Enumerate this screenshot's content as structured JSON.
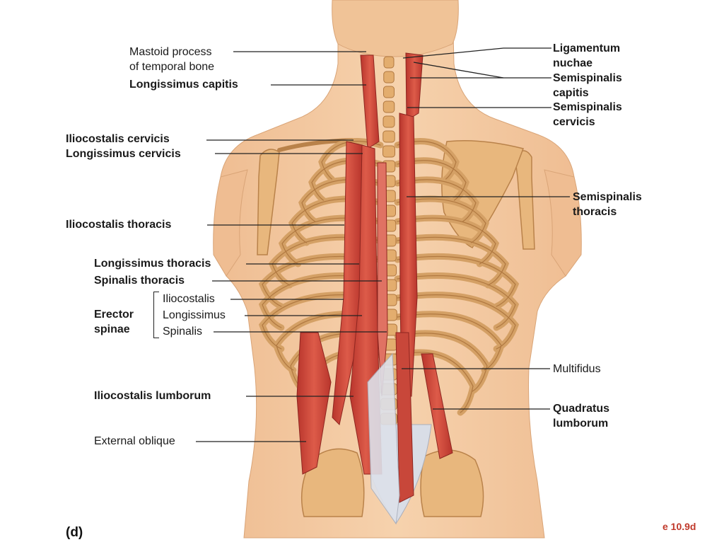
{
  "diagram": {
    "panel_letter": "(d)",
    "figure_ref": "e 10.9d",
    "labels": {
      "mastoid_process": [
        "Mastoid process",
        "of temporal bone"
      ],
      "longissimus_capitis": "Longissimus capitis",
      "iliocostalis_cervicis": "Iliocostalis cervicis",
      "longissimus_cervicis": "Longissimus cervicis",
      "iliocostalis_thoracis": "Iliocostalis thoracis",
      "longissimus_thoracis": "Longissimus thoracis",
      "spinalis_thoracis": "Spinalis thoracis",
      "erector_spinae": [
        "Erector",
        "spinae"
      ],
      "erector_iliocostalis": "Iliocostalis",
      "erector_longissimus": "Longissimus",
      "erector_spinalis": "Spinalis",
      "iliocostalis_lumborum": "Iliocostalis lumborum",
      "external_oblique": "External oblique",
      "ligamentum_nuchae": [
        "Ligamentum",
        "nuchae"
      ],
      "semispinalis_capitis": [
        "Semispinalis",
        "capitis"
      ],
      "semispinalis_cervicis": [
        "Semispinalis",
        "cervicis"
      ],
      "semispinalis_thoracis": [
        "Semispinalis",
        "thoracis"
      ],
      "multifidus": "Multifidus",
      "quadratus_lumborum": [
        "Quadratus",
        "lumborum"
      ]
    }
  },
  "colors": {
    "skin": "#f3c9a0",
    "skin_shadow": "#e9b384",
    "bone": "#e8b77d",
    "bone_dark": "#c9914f",
    "muscle": "#d04a3c",
    "muscle_dark": "#a8302a",
    "tendon": "#d9dde6",
    "leader": "#222222",
    "figure_ref": "#c0392b"
  }
}
